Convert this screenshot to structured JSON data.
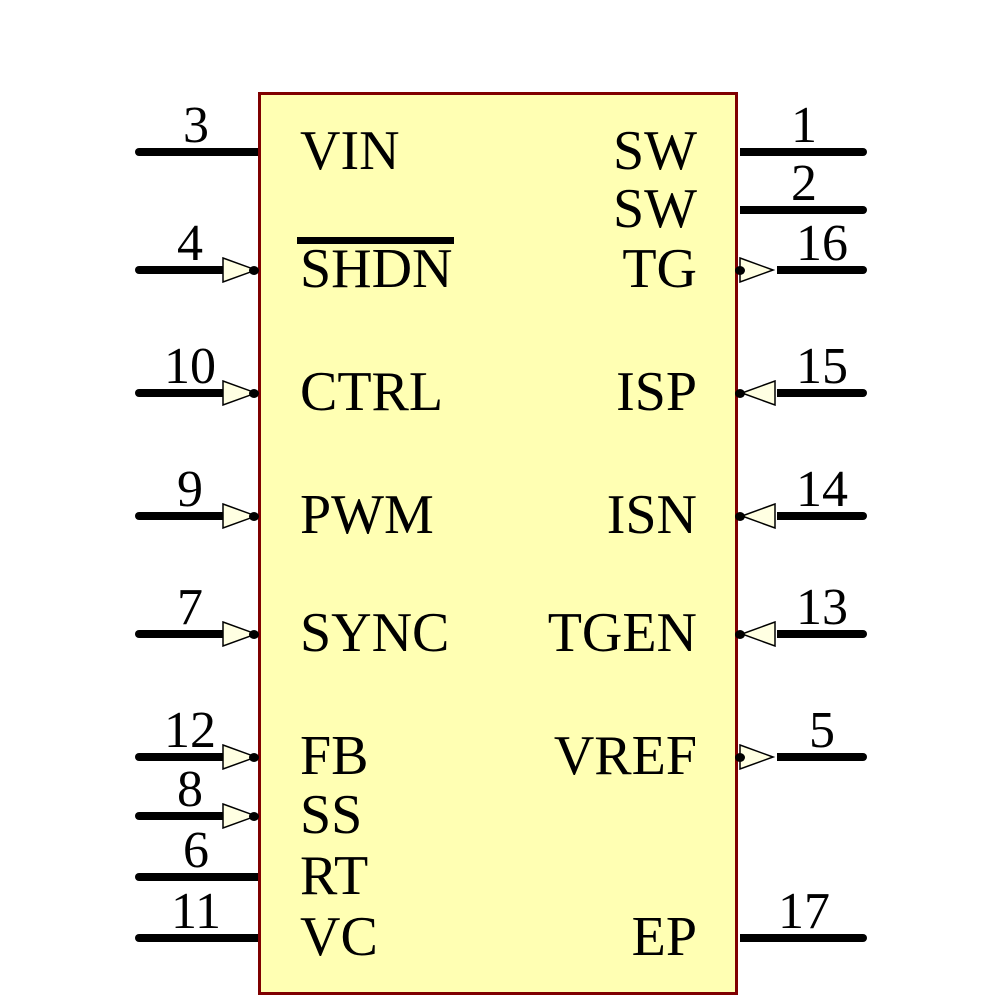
{
  "component": {
    "type": "ic-schematic-symbol",
    "body_fill": "#FFFFB3",
    "body_border": "#7F0000",
    "arrow_fill": "#FFFFE2",
    "wire_color": "#000000"
  },
  "pins": {
    "left": [
      {
        "number": "3",
        "label": "VIN",
        "arrow": "none",
        "overline": false
      },
      {
        "number": "4",
        "label": "SHDN",
        "arrow": "in",
        "overline": true
      },
      {
        "number": "10",
        "label": "CTRL",
        "arrow": "in",
        "overline": false
      },
      {
        "number": "9",
        "label": "PWM",
        "arrow": "in",
        "overline": false
      },
      {
        "number": "7",
        "label": "SYNC",
        "arrow": "in",
        "overline": false
      },
      {
        "number": "12",
        "label": "FB",
        "arrow": "in",
        "overline": false
      },
      {
        "number": "8",
        "label": "SS",
        "arrow": "in",
        "overline": false
      },
      {
        "number": "6",
        "label": "RT",
        "arrow": "none",
        "overline": false
      },
      {
        "number": "11",
        "label": "VC",
        "arrow": "none",
        "overline": false
      }
    ],
    "right": [
      {
        "number": "1",
        "label": "SW",
        "arrow": "none"
      },
      {
        "number": "2",
        "label": "SW",
        "arrow": "none"
      },
      {
        "number": "16",
        "label": "TG",
        "arrow": "out"
      },
      {
        "number": "15",
        "label": "ISP",
        "arrow": "in"
      },
      {
        "number": "14",
        "label": "ISN",
        "arrow": "in"
      },
      {
        "number": "13",
        "label": "TGEN",
        "arrow": "in"
      },
      {
        "number": "5",
        "label": "VREF",
        "arrow": "out"
      },
      {
        "number": "17",
        "label": "EP",
        "arrow": "none"
      }
    ]
  }
}
